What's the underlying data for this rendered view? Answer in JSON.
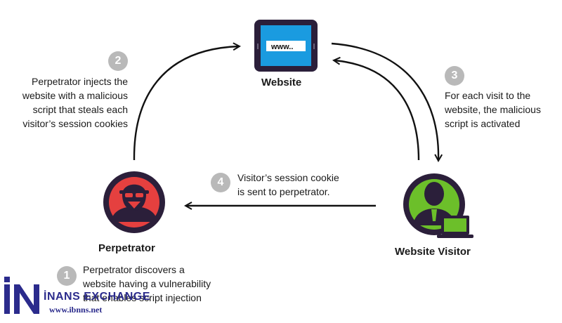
{
  "website": {
    "label": "Website",
    "url_text": "www.."
  },
  "steps": [
    {
      "number": "1",
      "text": [
        "Perpetrator discovers a",
        "website having a vulnerability",
        "that enables script injection"
      ]
    },
    {
      "number": "2",
      "text": [
        "Perpetrator injects the",
        "website with a malicious",
        "script that steals each",
        "visitor’s session cookies"
      ]
    },
    {
      "number": "3",
      "text": [
        "For each visit to the",
        "website, the malicious",
        "script is activated"
      ]
    },
    {
      "number": "4",
      "text": [
        "Visitor’s session cookie",
        "is sent to perpetrator."
      ]
    }
  ],
  "actors": {
    "perpetrator": "Perpetrator",
    "visitor": "Website Visitor"
  },
  "watermark": {
    "name": "İNANS EXCHANGE",
    "url": "www.ibnns.net"
  },
  "colors": {
    "perpetrator_red": "#e5403f",
    "visitor_green": "#6cbf2a",
    "ring_dark": "#2b1f3a",
    "screen_blue": "#1a9be0",
    "badge_gray": "#b9b9b9",
    "watermark_blue": "#2b2b8c"
  },
  "icons": [
    "monitor-icon",
    "hacker-icon",
    "user-icon",
    "laptop-icon"
  ]
}
